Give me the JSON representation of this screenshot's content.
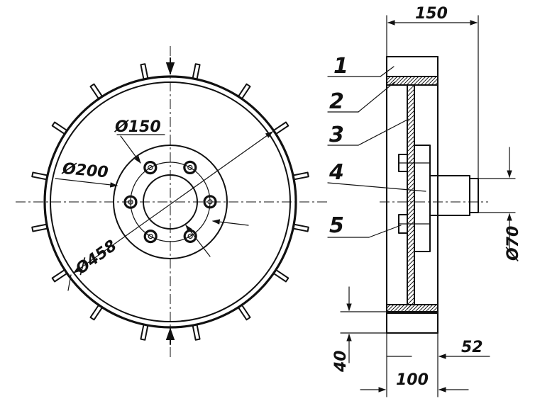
{
  "front_view": {
    "dim_hub_bolt_circle": "Ø150",
    "dim_hub_flange": "Ø200",
    "dim_wheel_diameter": "Ø458",
    "lug_count": 16,
    "bolt_count": 6
  },
  "side_view": {
    "dim_overall_width": "150",
    "dim_shaft_diameter": "Ø70",
    "dim_rim_width": "100",
    "dim_lug_height": "40",
    "dim_shaft_extension": "52"
  },
  "callouts": [
    "1",
    "2",
    "3",
    "4",
    "5"
  ]
}
